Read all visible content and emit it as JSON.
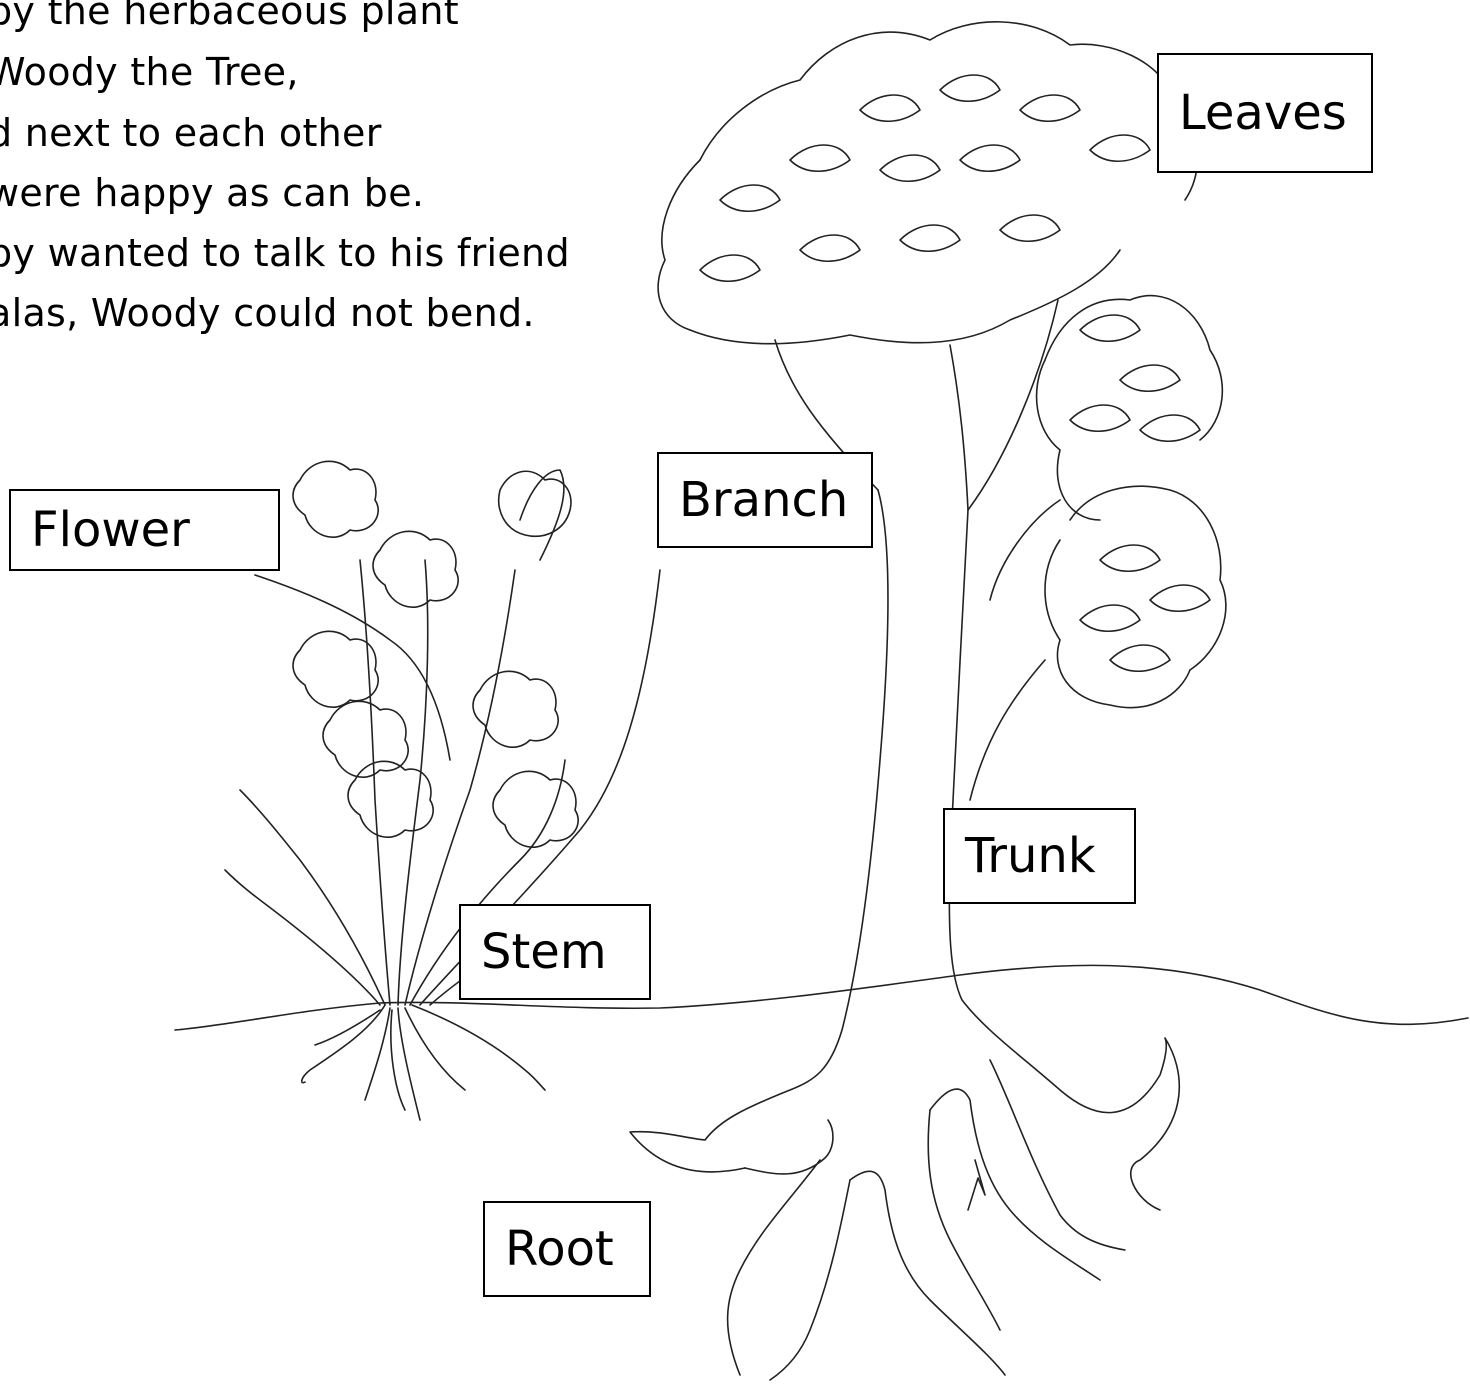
{
  "poem": {
    "lines": [
      "by the herbaceous plant",
      "Woody the Tree,",
      "d next to each other",
      "were happy as can be.",
      "by wanted to talk to his friend",
      "alas, Woody could not bend."
    ]
  },
  "labels": {
    "leaves": "Leaves",
    "branch": "Branch",
    "flower": "Flower",
    "trunk": "Trunk",
    "stem": "Stem",
    "root": "Root"
  }
}
